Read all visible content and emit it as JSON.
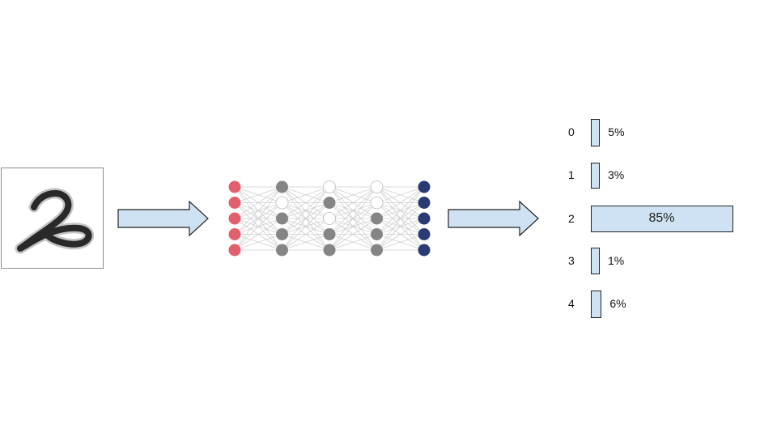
{
  "colors": {
    "input_node": "#e45f6d",
    "hidden_node": "#858585",
    "empty_node": "#ffffff",
    "output_node": "#2a3a73",
    "edge": "#cfcfcf",
    "arrow_fill": "#cfe2f3",
    "bar_fill": "#cfe2f3"
  },
  "network": {
    "layers": [
      [
        "input",
        "input",
        "input",
        "input",
        "input"
      ],
      [
        "hidden",
        "empty",
        "hidden",
        "hidden",
        "hidden"
      ],
      [
        "empty",
        "hidden",
        "empty",
        "hidden",
        "hidden"
      ],
      [
        "empty",
        "empty",
        "hidden",
        "hidden",
        "hidden"
      ],
      [
        "output",
        "output",
        "output",
        "output",
        "output"
      ]
    ]
  },
  "predictions": [
    {
      "label": "0",
      "value": 5,
      "text": "5%"
    },
    {
      "label": "1",
      "value": 3,
      "text": "3%"
    },
    {
      "label": "2",
      "value": 85,
      "text": "85%"
    },
    {
      "label": "3",
      "value": 1,
      "text": "1%"
    },
    {
      "label": "4",
      "value": 6,
      "text": "6%"
    }
  ]
}
